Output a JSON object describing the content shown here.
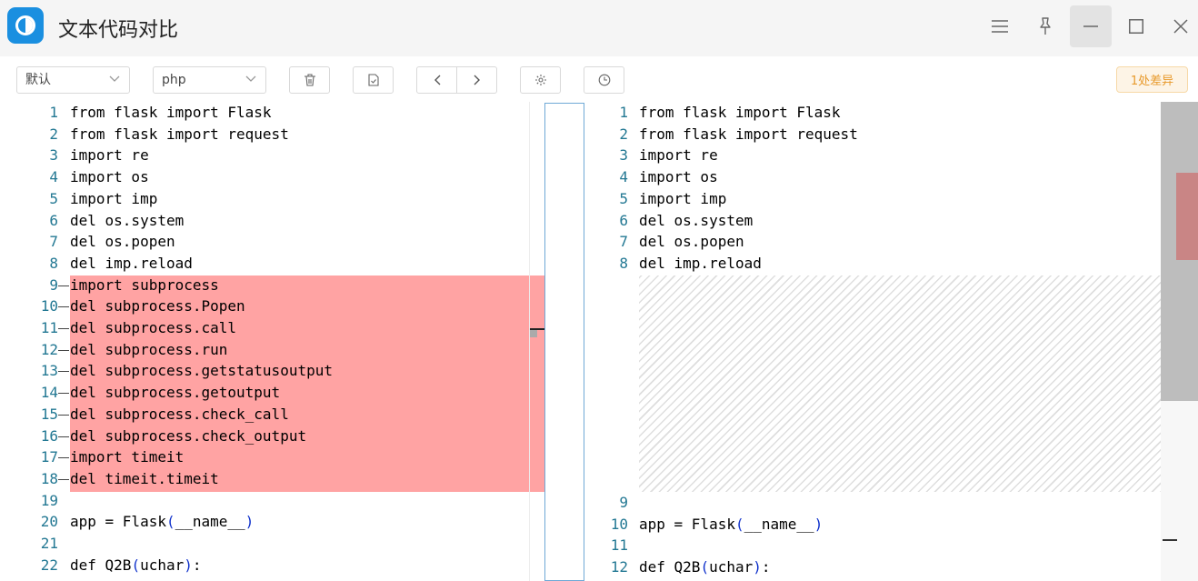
{
  "window": {
    "title": "文本代码对比"
  },
  "toolbar": {
    "mode_select": "默认",
    "lang_select": "php",
    "diff_badge": "1处差异"
  },
  "left": {
    "lines": [
      {
        "n": "1",
        "text": "from flask import Flask"
      },
      {
        "n": "2",
        "text": "from flask import request"
      },
      {
        "n": "3",
        "text": "import re"
      },
      {
        "n": "4",
        "text": "import os"
      },
      {
        "n": "5",
        "text": "import imp"
      },
      {
        "n": "6",
        "text": "del os.system"
      },
      {
        "n": "7",
        "text": "del os.popen"
      },
      {
        "n": "8",
        "text": "del imp.reload"
      },
      {
        "n": "9",
        "text": "import subprocess"
      },
      {
        "n": "10",
        "text": "del subprocess.Popen"
      },
      {
        "n": "11",
        "text": "del subprocess.call"
      },
      {
        "n": "12",
        "text": "del subprocess.run"
      },
      {
        "n": "13",
        "text": "del subprocess.getstatusoutput"
      },
      {
        "n": "14",
        "text": "del subprocess.getoutput"
      },
      {
        "n": "15",
        "text": "del subprocess.check_call"
      },
      {
        "n": "16",
        "text": "del subprocess.check_output"
      },
      {
        "n": "17",
        "text": "import timeit"
      },
      {
        "n": "18",
        "text": "del timeit.timeit"
      },
      {
        "n": "19",
        "text": ""
      },
      {
        "n": "20",
        "pre": "app = Flask",
        "paren_open": "(",
        "mid": "__name__",
        "paren_close": ")",
        "post": ""
      },
      {
        "n": "21",
        "text": ""
      },
      {
        "n": "22",
        "pre": "def Q2B",
        "paren_open": "(",
        "mid": "uchar",
        "paren_close": ")",
        "post": ":"
      }
    ]
  },
  "right": {
    "lines": [
      {
        "n": "1",
        "text": "from flask import Flask"
      },
      {
        "n": "2",
        "text": "from flask import request"
      },
      {
        "n": "3",
        "text": "import re"
      },
      {
        "n": "4",
        "text": "import os"
      },
      {
        "n": "5",
        "text": "import imp"
      },
      {
        "n": "6",
        "text": "del os.system"
      },
      {
        "n": "7",
        "text": "del os.popen"
      },
      {
        "n": "8",
        "text": "del imp.reload"
      },
      {
        "n": "9",
        "text": ""
      },
      {
        "n": "10",
        "pre": "app = Flask",
        "paren_open": "(",
        "mid": "__name__",
        "paren_close": ")",
        "post": ""
      },
      {
        "n": "11",
        "text": ""
      },
      {
        "n": "12",
        "pre": "def Q2B",
        "paren_open": "(",
        "mid": "uchar",
        "paren_close": ")",
        "post": ":"
      }
    ]
  }
}
